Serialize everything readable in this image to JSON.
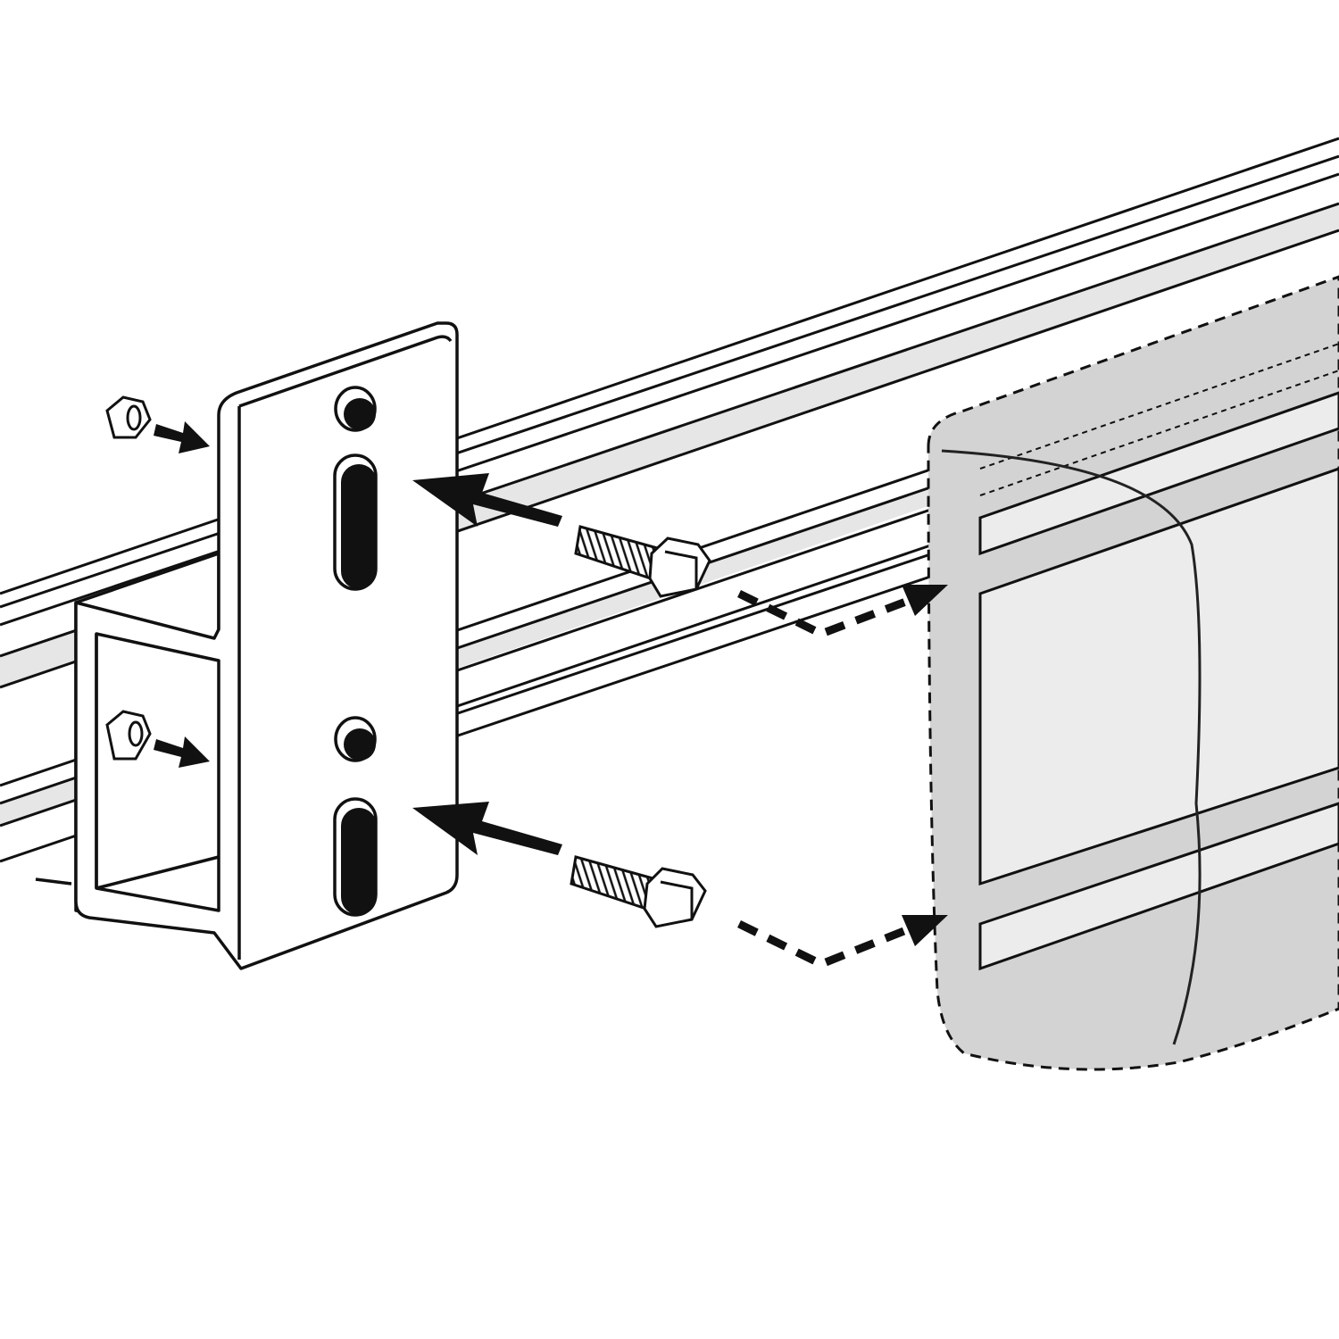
{
  "diagram": {
    "parts": [
      "rail",
      "bracket",
      "hex-nut",
      "hex-nut",
      "hex-bolt",
      "hex-bolt",
      "detail-callout"
    ],
    "colors": {
      "line": "#111111",
      "rail_groove": "#e6e6e6",
      "callout_fill": "#d3d3d3",
      "callout_inner": "#ececec",
      "background": "#ffffff"
    }
  }
}
